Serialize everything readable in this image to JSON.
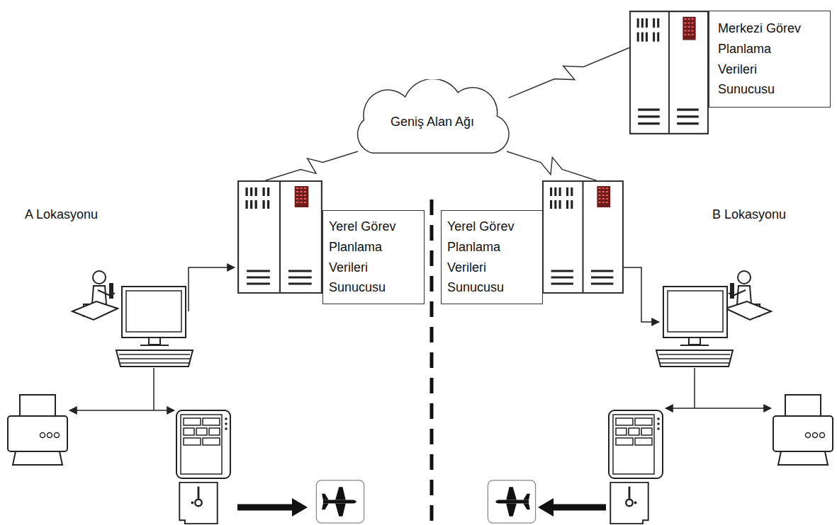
{
  "diagram": {
    "nodes": [
      {
        "text": [
          "Geniş Alan Ağı"
        ]
      },
      {
        "text": [
          "Merkezi Görev Planlama Verileri Sunucusu"
        ]
      },
      {
        "text": [
          "Yerel Görev Planlama Verileri Sunucusu"
        ]
      },
      {
        "text": [
          "Yerel Görev Planlama Verileri Sunucusu"
        ]
      }
    ],
    "edges": [
      {
        "from": 0,
        "to": 1,
        "arrow": "none"
      },
      {
        "from": 0,
        "to": 2,
        "arrow": "none"
      },
      {
        "from": 0,
        "to": 3,
        "arrow": "none"
      }
    ],
    "labels": [
      "A Lokasyonu",
      "B Lokasyonu"
    ]
  }
}
